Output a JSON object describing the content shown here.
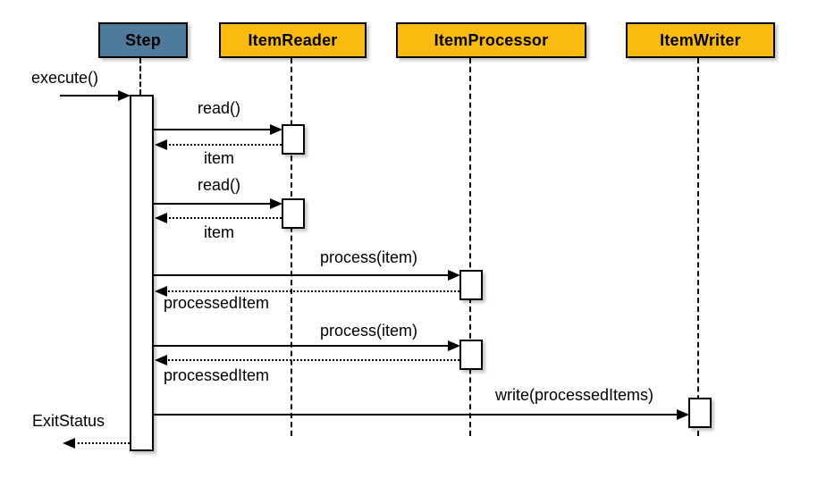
{
  "diagram": {
    "type": "uml-sequence",
    "colors": {
      "step_header": "#4E7A9B",
      "component_header": "#FBBA10",
      "line": "#000000",
      "background": "#FFFFFF"
    },
    "participants": [
      {
        "name": "Step"
      },
      {
        "name": "ItemReader"
      },
      {
        "name": "ItemProcessor"
      },
      {
        "name": "ItemWriter"
      }
    ],
    "messages": [
      {
        "label": "execute()",
        "from": "external",
        "to": "Step",
        "style": "solid"
      },
      {
        "label": "read()",
        "from": "Step",
        "to": "ItemReader",
        "style": "solid"
      },
      {
        "label": "item",
        "from": "ItemReader",
        "to": "Step",
        "style": "dotted"
      },
      {
        "label": "read()",
        "from": "Step",
        "to": "ItemReader",
        "style": "solid"
      },
      {
        "label": "item",
        "from": "ItemReader",
        "to": "Step",
        "style": "dotted"
      },
      {
        "label": "process(item)",
        "from": "Step",
        "to": "ItemProcessor",
        "style": "solid"
      },
      {
        "label": "processedItem",
        "from": "ItemProcessor",
        "to": "Step",
        "style": "dotted"
      },
      {
        "label": "process(item)",
        "from": "Step",
        "to": "ItemProcessor",
        "style": "solid"
      },
      {
        "label": "processedItem",
        "from": "ItemProcessor",
        "to": "Step",
        "style": "dotted"
      },
      {
        "label": "write(processedItems)",
        "from": "Step",
        "to": "ItemWriter",
        "style": "solid"
      },
      {
        "label": "ExitStatus",
        "from": "Step",
        "to": "external",
        "style": "dotted"
      }
    ]
  }
}
